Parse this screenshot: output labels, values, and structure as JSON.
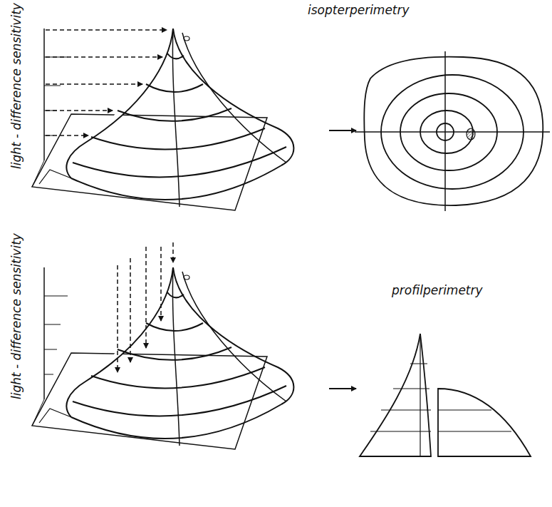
{
  "diagram": {
    "labels": [
      "light - difference sensitivity",
      "isopterperimetry",
      "light - difference sensitivity",
      "profilperimetry"
    ]
  }
}
